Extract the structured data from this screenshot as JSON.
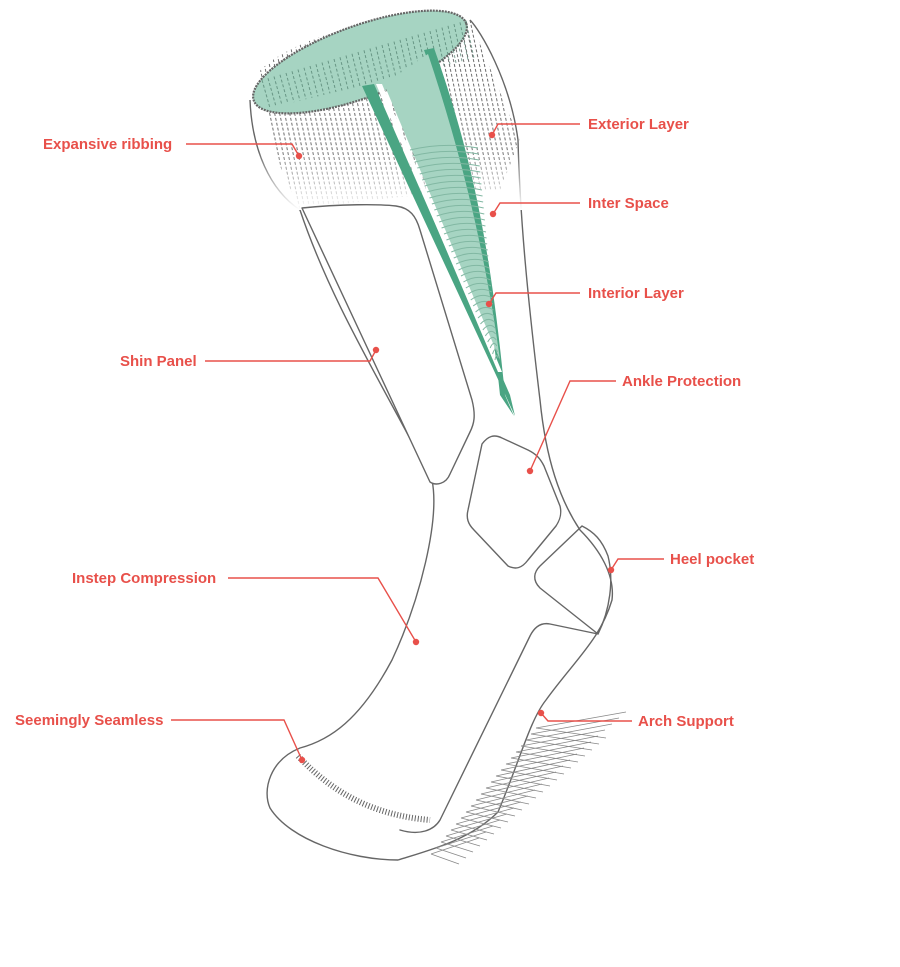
{
  "diagram": {
    "subject": "Sock anatomy",
    "colors": {
      "label": "#e8504a",
      "layer_band": "#4aa583",
      "interior_fill": "#a6d4c2",
      "outline": "#666666",
      "background": "#ffffff"
    },
    "callouts": [
      {
        "id": "expansive-ribbing",
        "label": "Expansive ribbing",
        "side": "left"
      },
      {
        "id": "exterior-layer",
        "label": "Exterior Layer",
        "side": "right"
      },
      {
        "id": "inter-space",
        "label": "Inter Space",
        "side": "right"
      },
      {
        "id": "interior-layer",
        "label": "Interior Layer",
        "side": "right"
      },
      {
        "id": "shin-panel",
        "label": "Shin Panel",
        "side": "left"
      },
      {
        "id": "ankle-protection",
        "label": "Ankle Protection",
        "side": "right"
      },
      {
        "id": "heel-pocket",
        "label": "Heel pocket",
        "side": "right"
      },
      {
        "id": "instep-compression",
        "label": "Instep Compression",
        "side": "left"
      },
      {
        "id": "seemingly-seamless",
        "label": "Seemingly Seamless",
        "side": "left"
      },
      {
        "id": "arch-support",
        "label": "Arch Support",
        "side": "right"
      }
    ]
  }
}
